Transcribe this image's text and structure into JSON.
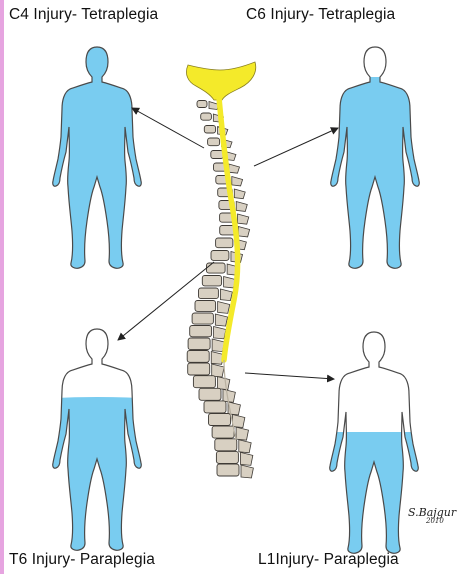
{
  "captions": {
    "c4": "C4 Injury- Tetraplegia",
    "c6": "C6 Injury- Tetraplegia",
    "t6": "T6 Injury- Paraplegia",
    "l1": "L1Injury- Paraplegia"
  },
  "signature": {
    "name": "S.Bajgur",
    "year": "2010"
  },
  "colors": {
    "paralysis_fill": "#79ccf0",
    "body_outline": "#4a4a4a",
    "spinal_cord": "#f4ea2a",
    "vertebra_fill": "#d8d0c2",
    "vertebra_outline": "#3e3a35",
    "arrow": "#222222",
    "left_edge": "#e6a4e0"
  }
}
